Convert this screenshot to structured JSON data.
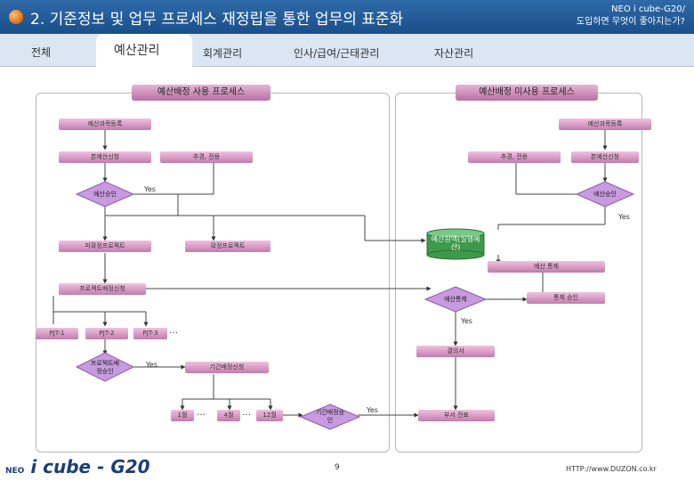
{
  "header": {
    "title": "2. 기준정보 및 업무 프로세스 재정립을 통한 업무의 표준화",
    "brand_line1": "NEO i cube-G20/",
    "brand_line2": "도입하면 무엇이 좋아지는가?"
  },
  "tabs": [
    {
      "label": "전체"
    },
    {
      "label": "예산관리",
      "active": true
    },
    {
      "label": "회계관리"
    },
    {
      "label": "인사/급여/근태관리"
    },
    {
      "label": "자산관리"
    }
  ],
  "left_panel": {
    "title": "예산배정 사용 프로세스"
  },
  "right_panel": {
    "title": "예산배정 미사용 프로세스"
  },
  "nodes": {
    "left_account_reg": "예산과목등록",
    "right_account_reg": "예산과목등록",
    "left_budget_req": "본예산신청",
    "right_budget_req": "본예산신청",
    "supp_left": "추경, 전용",
    "supp_right": "추경, 전용",
    "left_approval": "예산승인",
    "right_approval": "예산승인",
    "budget_db": "예산원액(실행예산)",
    "unconfirmed_proj": "미확정프로젝트",
    "confirmed_proj": "확정프로젝트",
    "budget_control": "예산 통제",
    "proj_alloc_req": "프로젝트배정신청",
    "budget_check": "예산통제",
    "control_approval": "통제 승인",
    "pjt1": "PJT-1",
    "pjt2": "PJT-2",
    "pjt3": "PJT-3",
    "ellipsis": "…",
    "resolution": "결의서",
    "proj_alloc_approval": "프로젝트배정승인",
    "period_alloc_req": "기간배정신청",
    "m1": "1월",
    "m4": "4월",
    "m12": "12월",
    "period_alloc_approval": "기간배정승인",
    "report": "부서 전표"
  },
  "yes_label": "Yes",
  "footer": {
    "logo_prefix": "NEO",
    "logo_main": "i cube - G20",
    "page_number": "9",
    "url": "HTTP://www.DUZON.co.kr"
  }
}
